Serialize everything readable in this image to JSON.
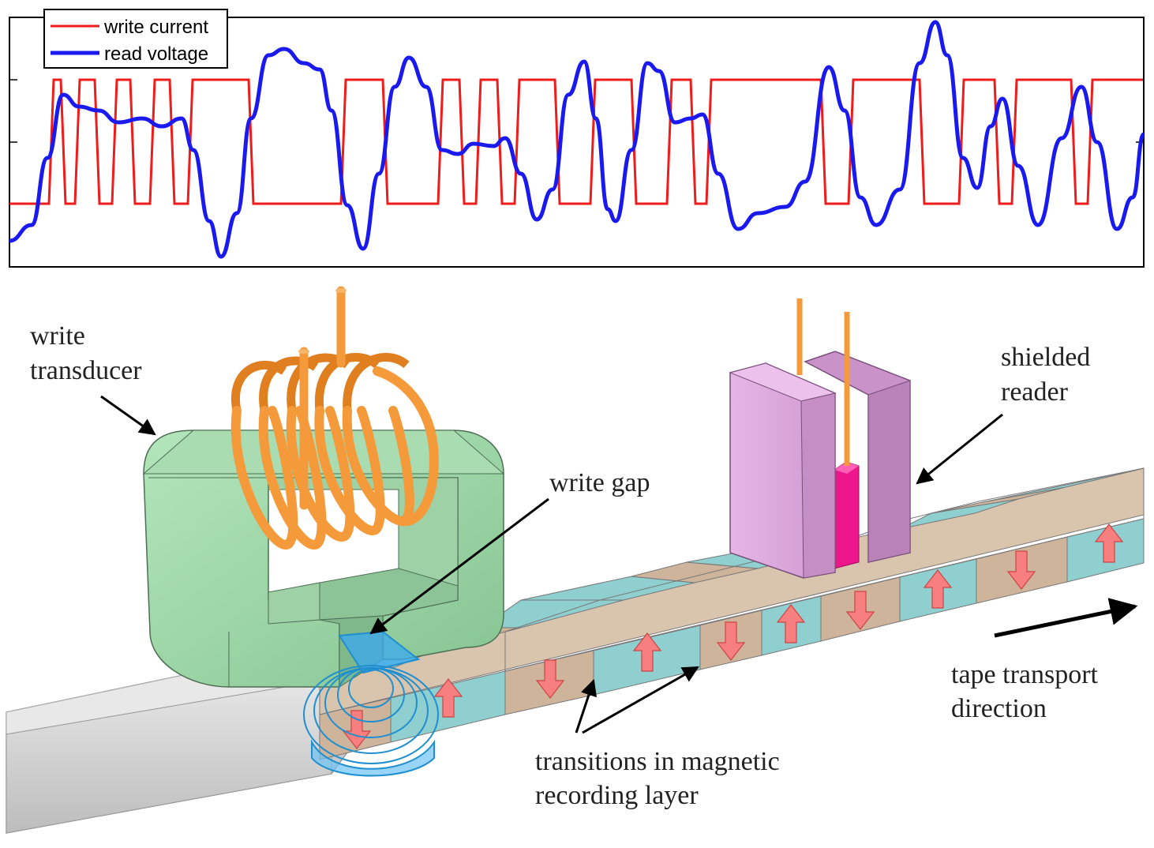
{
  "plot": {
    "legend": [
      {
        "label": "write current",
        "color": "#ee1c1c"
      },
      {
        "label": "read voltage",
        "color": "#1a1aee"
      }
    ],
    "write_current_transitions": [
      0,
      62,
      77,
      95,
      120,
      142,
      165,
      190,
      215,
      238,
      315,
      432,
      485,
      555,
      582,
      603,
      630,
      652,
      703,
      748,
      800,
      845,
      875,
      895,
      1040,
      1075,
      1165,
      1215,
      1260,
      1282,
      1357,
      1378,
      1448
    ],
    "write_current_levels": [
      "low",
      "high"
    ],
    "read_voltage_shape": "bipolar pulses at write-current transitions"
  },
  "labels": {
    "write_transducer_line1": "write",
    "write_transducer_line2": "transducer",
    "write_gap": "write gap",
    "shielded_reader_line1": "shielded",
    "shielded_reader_line2": "reader",
    "tape_transport_line1": "tape transport",
    "tape_transport_line2": "direction",
    "transitions_line1": "transitions in magnetic",
    "transitions_line2": "recording layer"
  },
  "tape": {
    "magnetization_directions": [
      "down",
      "up",
      "down",
      "up",
      "down",
      "up",
      "down",
      "up",
      "down",
      "up"
    ]
  },
  "colors": {
    "transducer": "#8fcf9a",
    "coil": "#f59a3a",
    "reader": "#d9a8d9",
    "reader_element": "#ee168c",
    "tape_teal": "#8fcfcf",
    "tape_tan": "#cdb49b",
    "arrow": "#f77f7f",
    "field": "#3aa9f0"
  }
}
